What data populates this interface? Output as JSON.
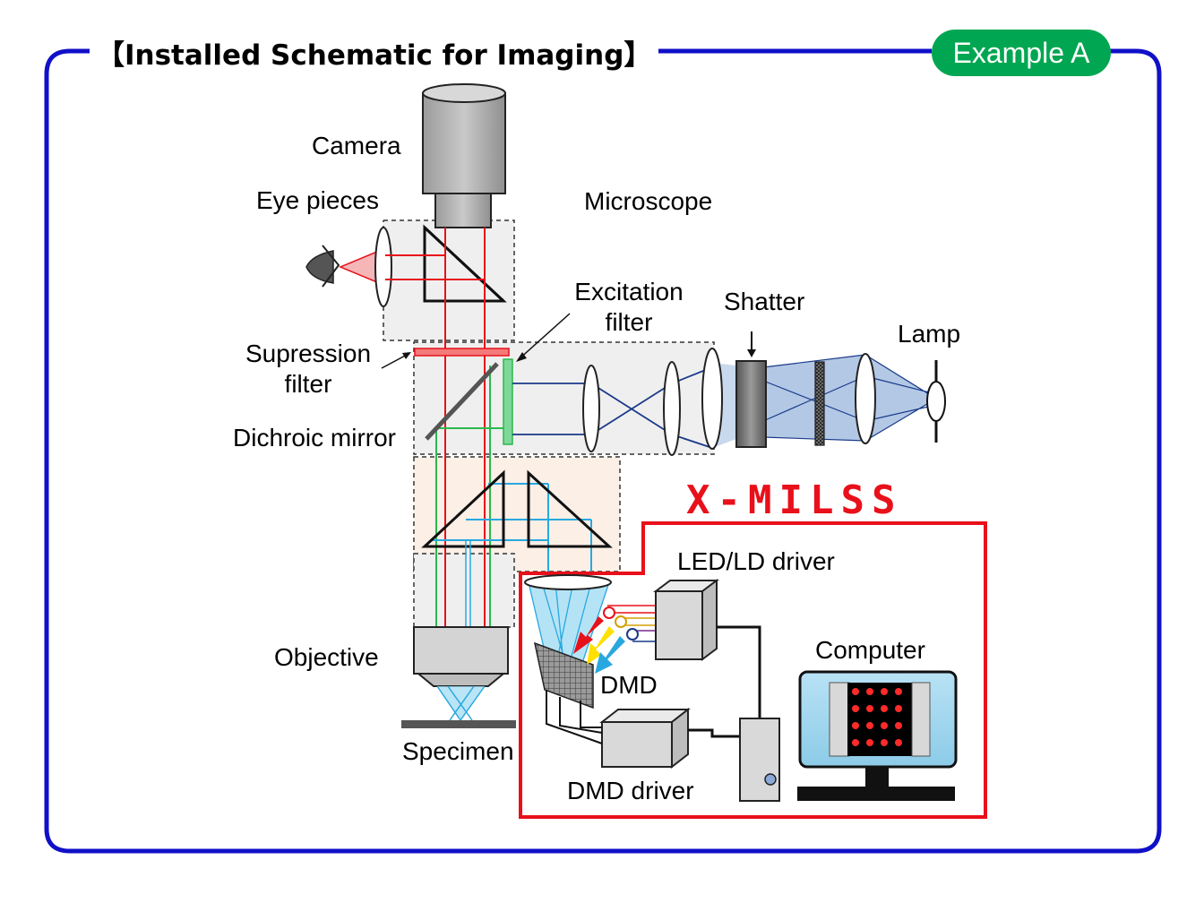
{
  "header": {
    "title": "【Installed Schematic for Imaging】",
    "badge": "Example A"
  },
  "labels": {
    "camera": "Camera",
    "eye_pieces": "Eye pieces",
    "microscope": "Microscope",
    "excitation_filter_1": "Excitation",
    "excitation_filter_2": "filter",
    "shatter": "Shatter",
    "lamp": "Lamp",
    "suppression_filter_1": "Supression",
    "suppression_filter_2": "filter",
    "dichroic_mirror": "Dichroic mirror",
    "objective": "Objective",
    "specimen": "Specimen",
    "led_ld_driver": "LED/LD driver",
    "dmd": "DMD",
    "dmd_driver": "DMD driver",
    "computer": "Computer"
  },
  "brand": {
    "name": "X-MILSS"
  },
  "colors": {
    "frame": "#1010c8",
    "badge": "#00a651",
    "module_border": "#e8101a",
    "brand": "#e8101a",
    "red_beam": "#e8101a",
    "green_beam": "#2db84b",
    "blue_beam": "#1a3a8a",
    "cyan_beam": "#29a8e0"
  }
}
